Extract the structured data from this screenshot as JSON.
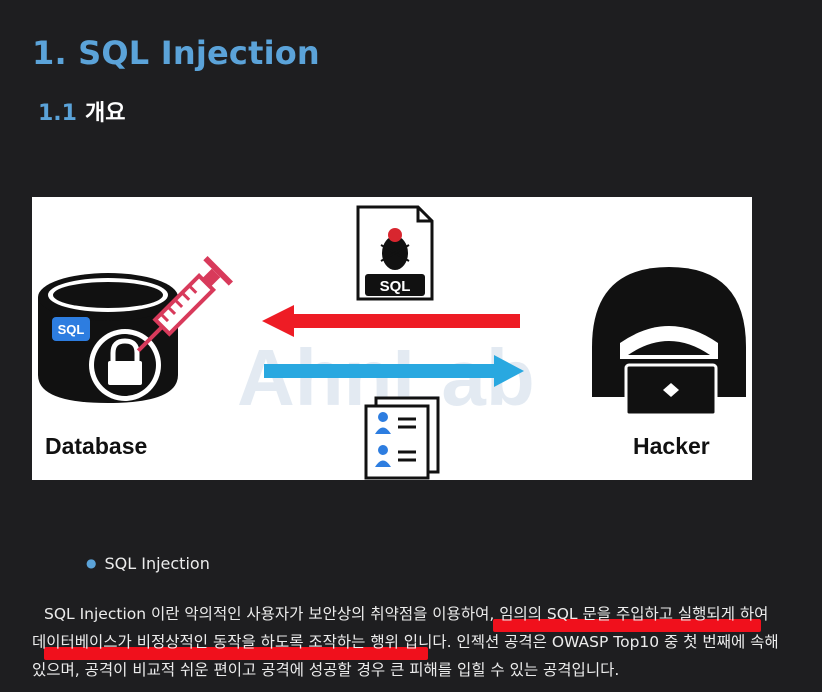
{
  "heading": {
    "title": "1. SQL Injection"
  },
  "subheading": {
    "number": "1.1",
    "title": "개요"
  },
  "figure": {
    "database_label": "Database",
    "hacker_label": "Hacker",
    "sql_badge": "SQL",
    "file_tag": "SQL",
    "watermark": "AhnLab",
    "colors": {
      "attack_arrow": "#ee1c25",
      "data_arrow": "#29a8e0",
      "syringe": "#d83a5b"
    }
  },
  "bullet_item": "SQL Injection",
  "paragraph": "SQL Injection 이란 악의적인 사용자가 보안상의 취약점을 이용하여, 임의의 SQL 문을 주입하고 실행되게 하여 데이터베이스가 비정상적인 동작을 하도록 조작하는 행위 입니다. 인젝션 공격은 OWASP Top10 중 첫 번째에 속해 있으며, 공격이 비교적 쉬운 편이고 공격에 성공할 경우 큰 피해를 입힐 수 있는 공격입니다."
}
